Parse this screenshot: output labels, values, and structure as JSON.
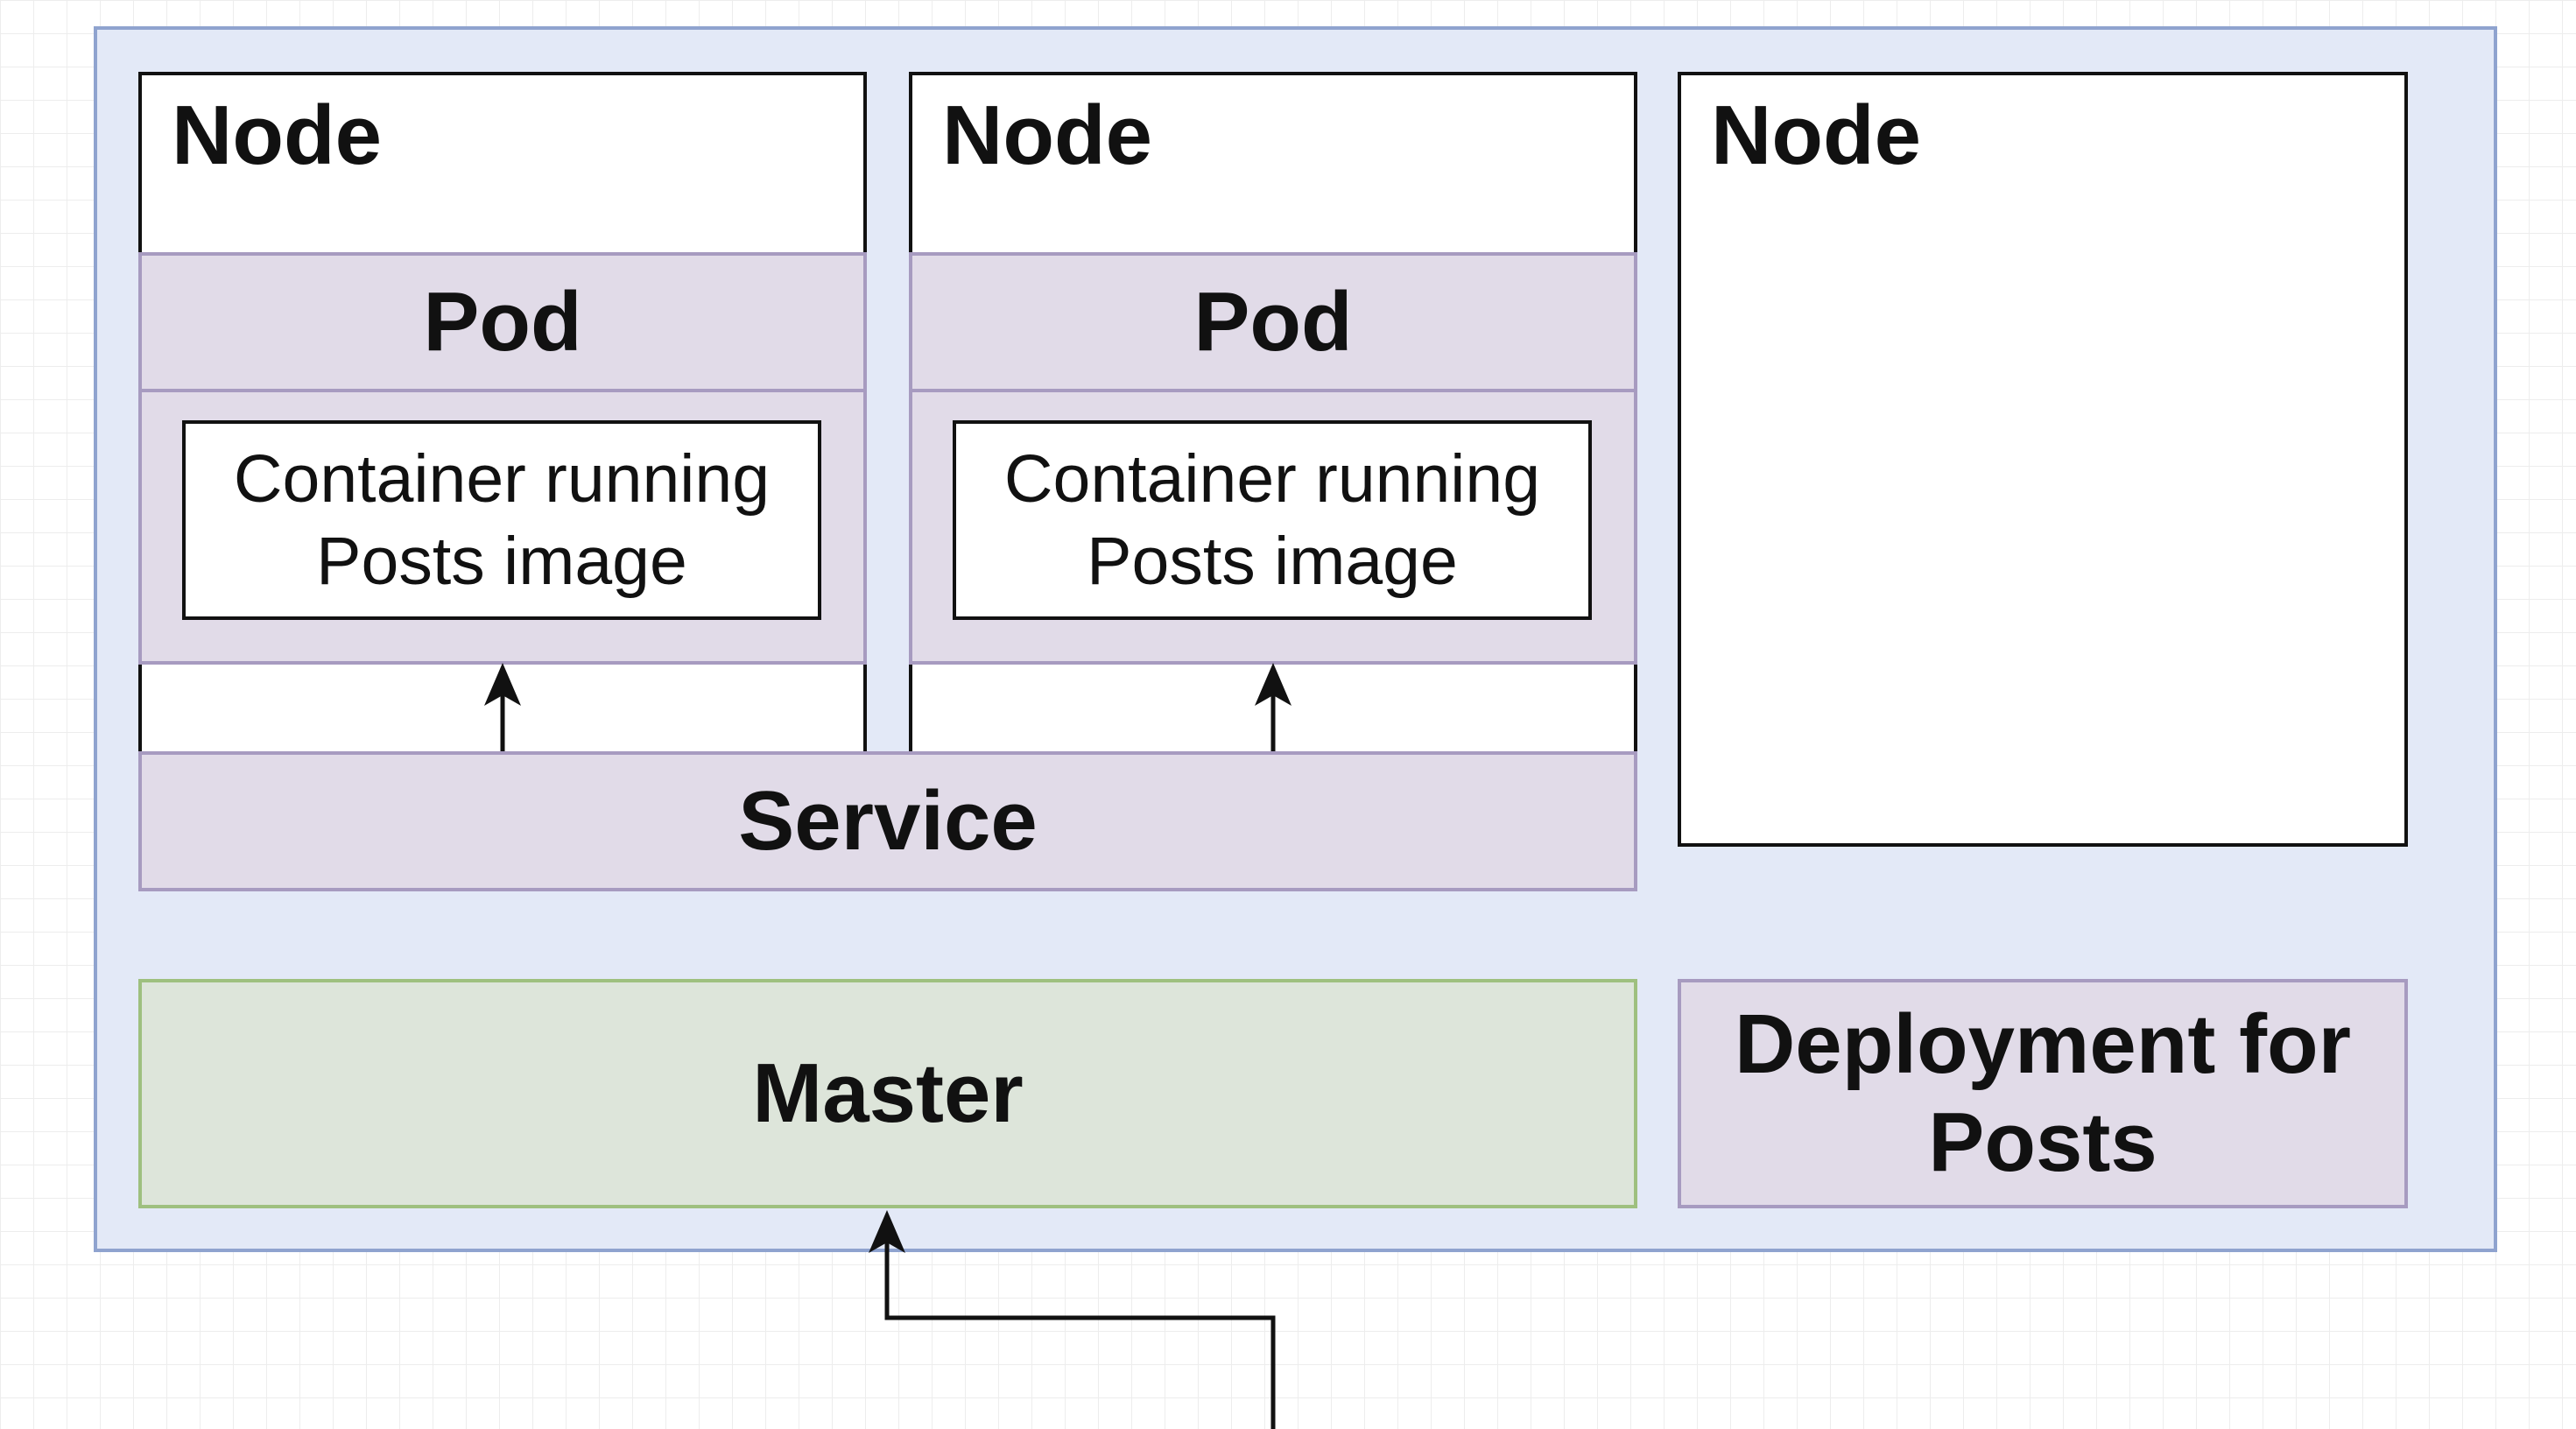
{
  "cluster": {
    "nodes": [
      {
        "title": "Node",
        "pod_label": "Pod",
        "container_label": "Container running\nPosts image"
      },
      {
        "title": "Node",
        "pod_label": "Pod",
        "container_label": "Container running\nPosts image"
      },
      {
        "title": "Node"
      }
    ],
    "service_label": "Service",
    "master_label": "Master",
    "deployment_label": "Deployment for\nPosts"
  },
  "colors": {
    "cluster_fill": "#e3e9f7",
    "cluster_border": "#8fa3cf",
    "pod_fill": "#e1dbe8",
    "pod_border": "#a79bc0",
    "master_fill": "#dde5da",
    "master_border": "#9ec07f",
    "node_fill": "#ffffff",
    "line": "#111111"
  }
}
